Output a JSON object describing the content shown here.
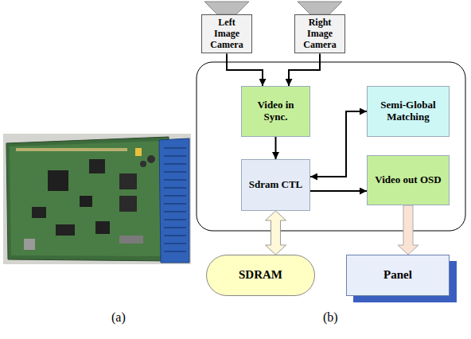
{
  "diagram": {
    "nodes": [
      {
        "text": [
          "Left Image Camera"
        ]
      },
      {
        "text": [
          "Right Image Camera"
        ]
      },
      {
        "text": [
          "Video in Sync."
        ]
      },
      {
        "text": [
          "Semi-Global Matching"
        ]
      },
      {
        "text": [
          "Sdram CTL"
        ]
      },
      {
        "text": [
          "Video out OSD"
        ]
      },
      {
        "text": [
          "SDRAM"
        ]
      },
      {
        "text": [
          "Panel"
        ]
      }
    ],
    "edges": [
      {
        "from": 0,
        "to": 2,
        "arrow": "to"
      },
      {
        "from": 1,
        "to": 2,
        "arrow": "to"
      },
      {
        "from": 2,
        "to": 4,
        "arrow": "to"
      },
      {
        "from": 4,
        "to": 3,
        "arrow": "both"
      },
      {
        "from": 4,
        "to": 5,
        "arrow": "to"
      },
      {
        "from": 4,
        "to": 6,
        "arrow": "both"
      },
      {
        "from": 5,
        "to": 7,
        "arrow": "to"
      }
    ],
    "labels": [
      "(a)",
      "(b)"
    ]
  }
}
